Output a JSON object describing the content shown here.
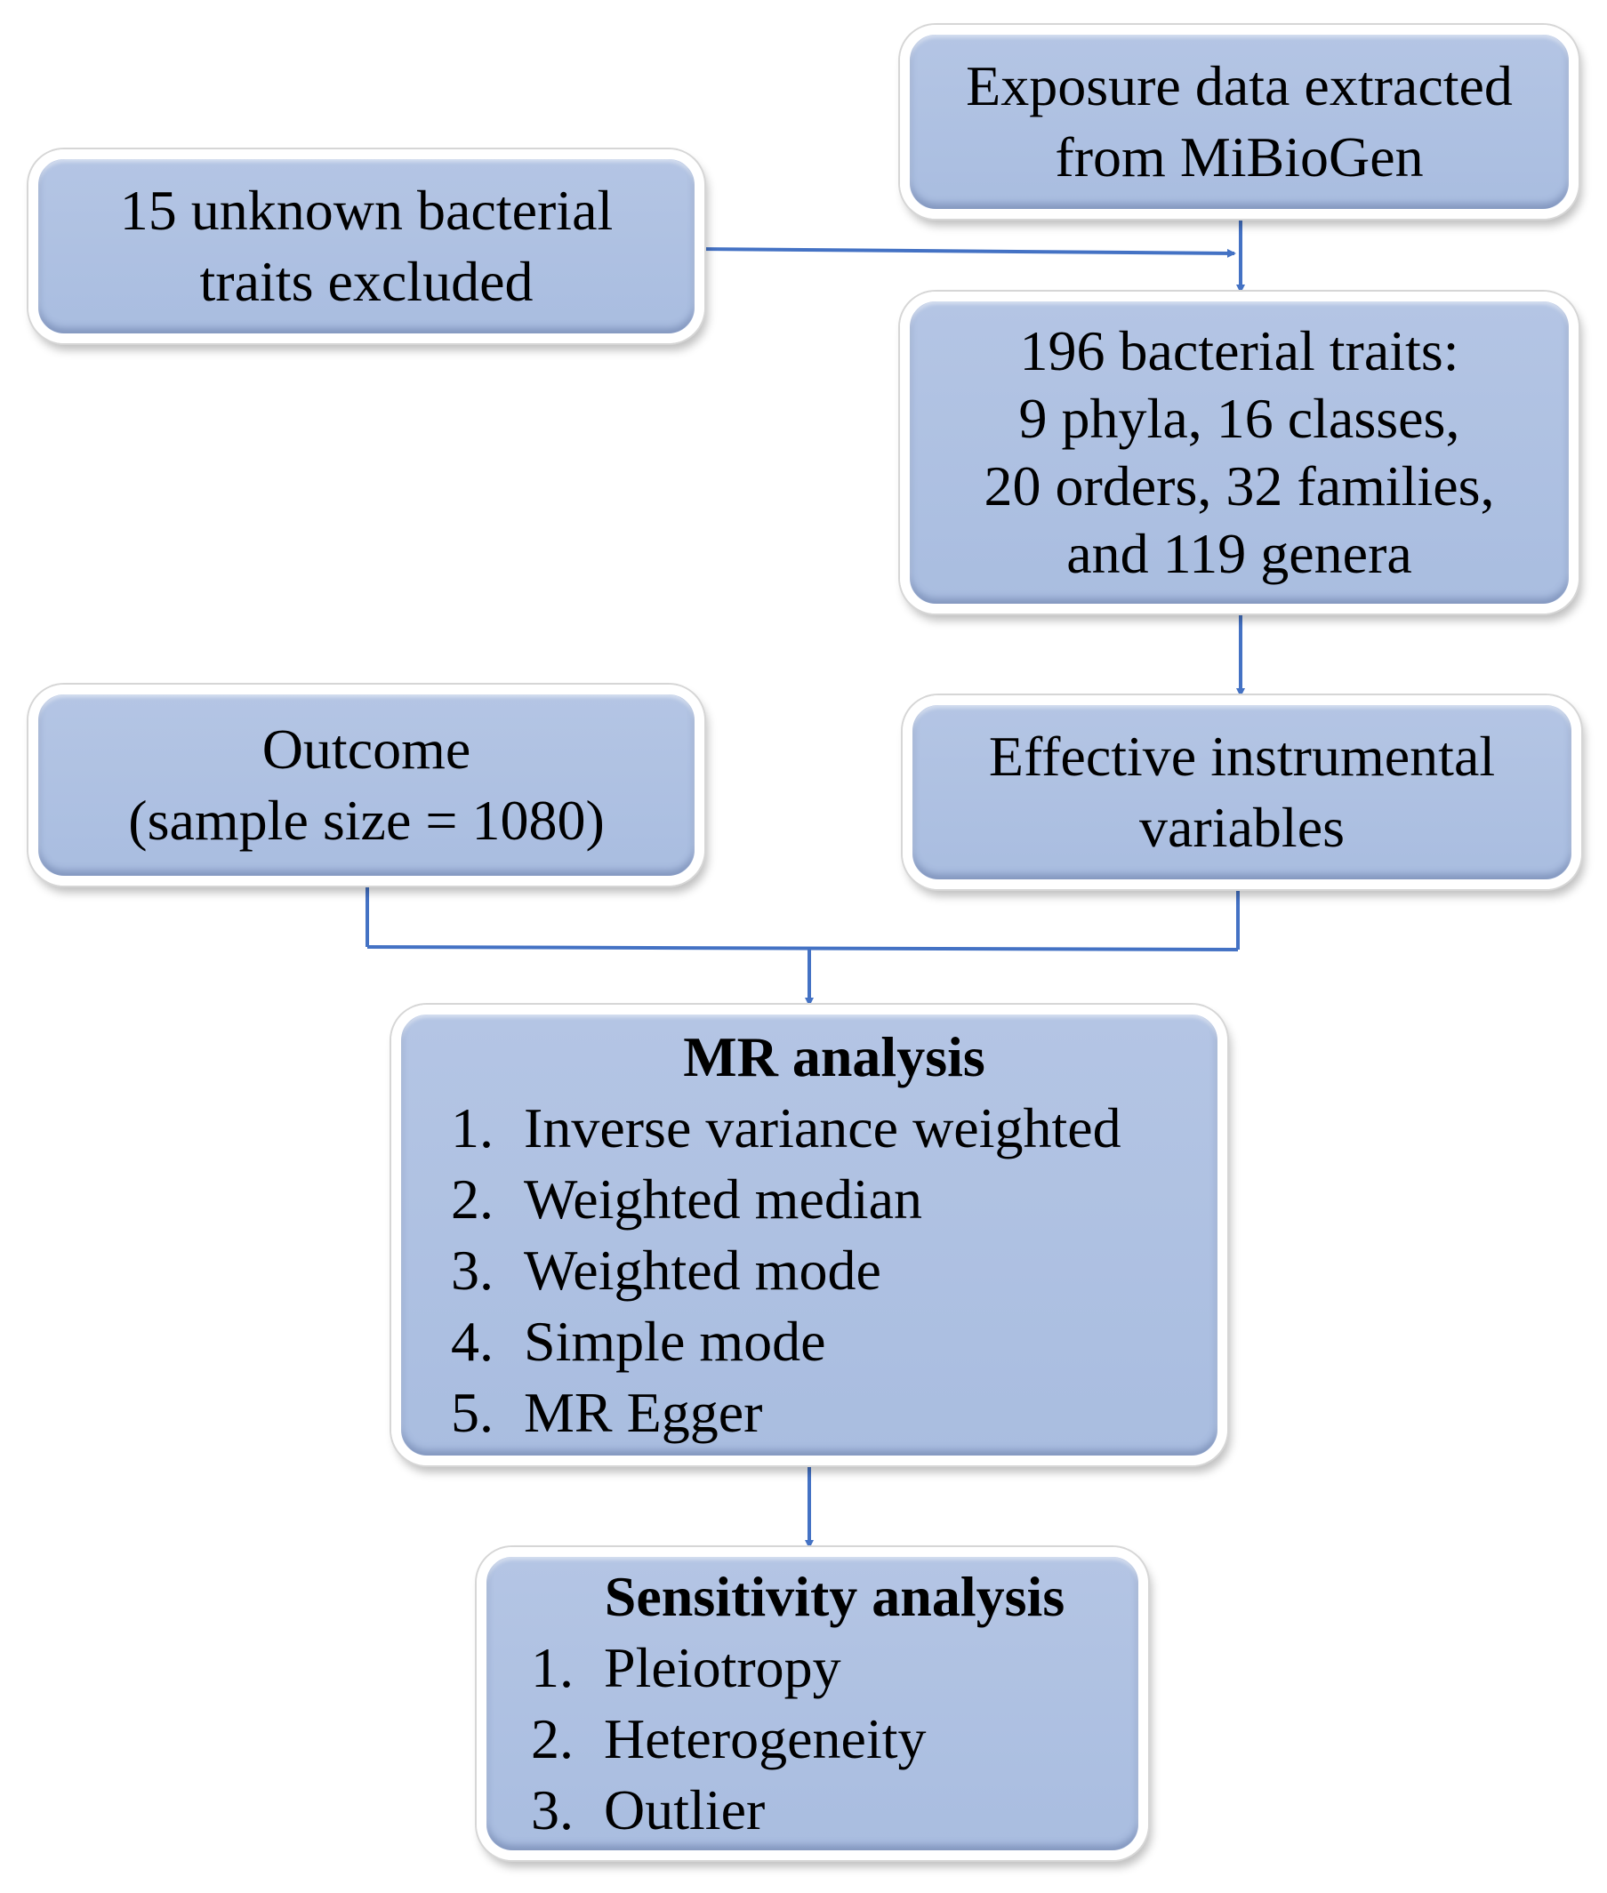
{
  "boxes": {
    "exposure": {
      "lines": [
        "Exposure data extracted",
        "from MiBioGen"
      ]
    },
    "excluded": {
      "lines": [
        "15 unknown bacterial",
        "traits excluded"
      ]
    },
    "traits": {
      "lines": [
        "196 bacterial traits:",
        "9 phyla, 16 classes,",
        "20 orders, 32 families,",
        "and 119 genera"
      ]
    },
    "outcome": {
      "lines": [
        "Outcome",
        "(sample size = 1080)"
      ]
    },
    "instruments": {
      "lines": [
        "Effective instrumental",
        "variables"
      ]
    },
    "mr": {
      "title": "MR analysis",
      "items": [
        {
          "num": "1.",
          "text": "Inverse variance weighted"
        },
        {
          "num": "2.",
          "text": "Weighted median"
        },
        {
          "num": "3.",
          "text": "Weighted mode"
        },
        {
          "num": "4.",
          "text": "Simple mode"
        },
        {
          "num": "5.",
          "text": "MR Egger"
        }
      ]
    },
    "sensitivity": {
      "title": "Sensitivity analysis",
      "items": [
        {
          "num": "1.",
          "text": "Pleiotropy"
        },
        {
          "num": "2.",
          "text": "Heterogeneity"
        },
        {
          "num": "3.",
          "text": "Outlier"
        }
      ]
    }
  },
  "colors": {
    "box_fill": "#b0c3e3",
    "arrow": "#4472c4"
  }
}
